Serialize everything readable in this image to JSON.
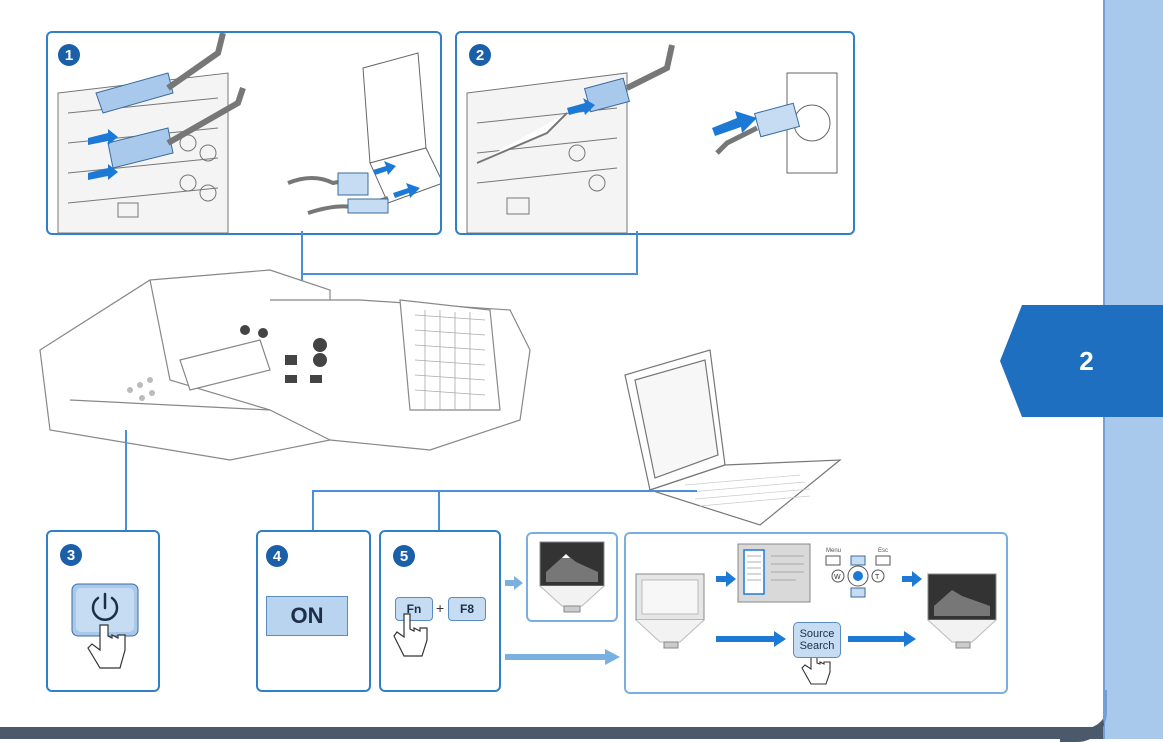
{
  "chapter": {
    "number": "2"
  },
  "steps": [
    {
      "number": "1"
    },
    {
      "number": "2"
    },
    {
      "number": "3"
    },
    {
      "number": "4"
    },
    {
      "number": "5"
    }
  ],
  "step4": {
    "label": "ON"
  },
  "step5": {
    "key1": "Fn",
    "plus": "+",
    "key2": "F8"
  },
  "source_button": {
    "line1": "Source",
    "line2": "Search"
  },
  "remote_labels": {
    "menu": "Menu",
    "esc": "Esc",
    "w": "W",
    "t": "T"
  },
  "colors": {
    "accent": "#2f7fc9",
    "sidebar": "#a9c9ec",
    "tab": "#1f6fc0",
    "arrow": "#1c7ad6"
  }
}
